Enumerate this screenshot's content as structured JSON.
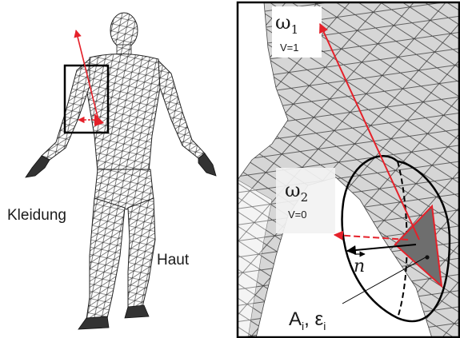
{
  "left_panel": {
    "label_clothing": "Kleidung",
    "label_skin": "Haut"
  },
  "right_panel": {
    "omega1": {
      "symbol": "ω",
      "sub": "1",
      "visibility": "V=1"
    },
    "omega2": {
      "symbol": "ω",
      "sub": "2",
      "visibility": "V=0"
    },
    "normal_label": "n",
    "area_label": {
      "a": "A",
      "a_sub": "i",
      "sep": ", ",
      "e": "ε",
      "e_sub": "i"
    }
  },
  "colors": {
    "ray": "#e5212a",
    "normal": "#000000",
    "mesh_line": "#1e1e1e",
    "mesh_fill": "#d9d9d9",
    "triangle_fill": "#707070"
  }
}
